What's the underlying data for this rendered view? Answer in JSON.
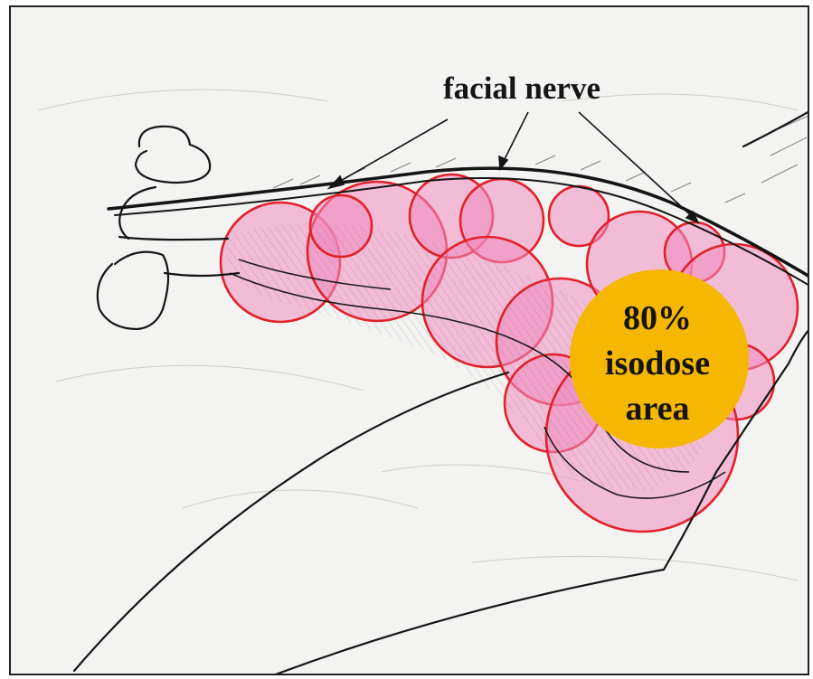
{
  "figure": {
    "labels": {
      "nerve": "facial nerve",
      "isodose_line1": "80%",
      "isodose_line2": "isodose",
      "isodose_line3": "area"
    },
    "colors": {
      "shot_fill": "#f08cc0",
      "shot_stroke": "#e2202a",
      "isodose_fill": "#f5b700",
      "sketch": "#151515"
    }
  }
}
